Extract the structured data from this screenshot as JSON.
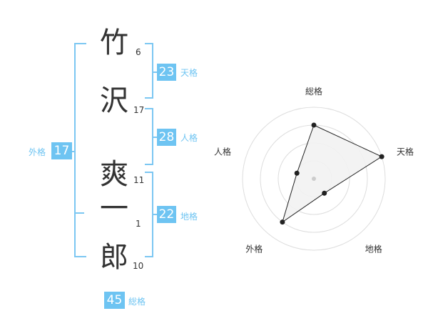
{
  "name_chars": [
    {
      "char": "竹",
      "strokes": "6"
    },
    {
      "char": "沢",
      "strokes": "17"
    },
    {
      "char": "爽",
      "strokes": "11"
    },
    {
      "char": "一",
      "strokes": "1"
    },
    {
      "char": "郎",
      "strokes": "10"
    }
  ],
  "fortunes": {
    "tenkaku": {
      "value": "23",
      "label": "天格"
    },
    "jinkaku": {
      "value": "28",
      "label": "人格"
    },
    "chikaku": {
      "value": "22",
      "label": "地格"
    },
    "gaikaku": {
      "value": "17",
      "label": "外格"
    },
    "soukaku": {
      "value": "45",
      "label": "総格"
    }
  },
  "radar": {
    "axes": [
      "総格",
      "天格",
      "地格",
      "外格",
      "人格"
    ],
    "levels": 4,
    "values": [
      3,
      4,
      1,
      3,
      1
    ]
  },
  "colors": {
    "accent": "#6ec4f2",
    "bracket": "#7cc7f2",
    "radar_fill": "#f2f2f2"
  }
}
